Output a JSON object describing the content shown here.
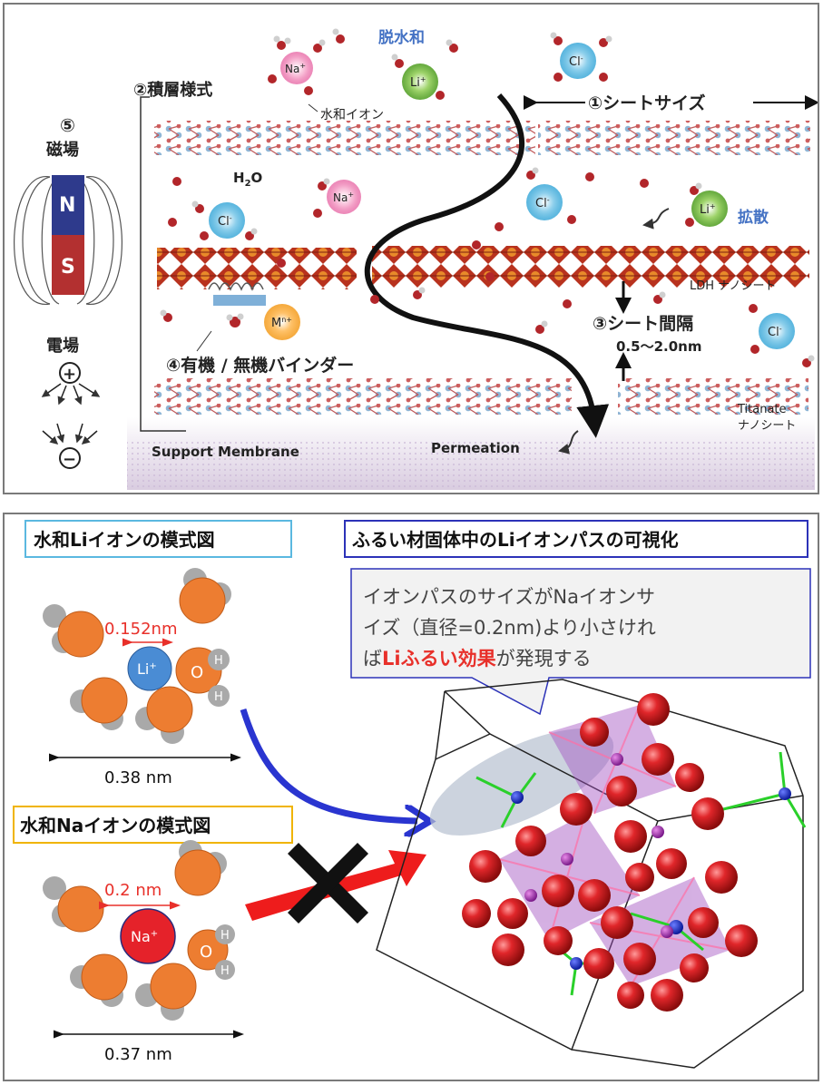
{
  "top": {
    "dehydration": "脱水和",
    "stacking_mode": "②積層様式",
    "hydrated_ion": "水和イオン",
    "sheet_size": "①シートサイズ",
    "water": "H",
    "water_sub": "2",
    "water_tail": "O",
    "diffusion": "拡散",
    "ldh": "LDH ナノシート",
    "spacing": "③シート間隔",
    "spacing_range": "0.5～2.0nm",
    "binder": "④有機 / 無機バインダー",
    "titanate_1": "Titanate",
    "titanate_2": "ナノシート",
    "support": "Support Membrane",
    "permeation": "Permeation",
    "magnet_num": "⑤",
    "magnet_label": "磁場",
    "north": "N",
    "south": "S",
    "efield_label": "電場",
    "plus": "+",
    "minus": "−",
    "ions": {
      "na": "Na",
      "li": "Li",
      "cl": "Cl",
      "mn": "M",
      "plus_sup": "+",
      "minus_sup": "-",
      "mn_sup": "n+"
    }
  },
  "bottom": {
    "li_title": "水和Liイオンの模式図",
    "li_dist": "0.152nm",
    "li_width": "0.38 nm",
    "na_title": "水和Naイオンの模式図",
    "na_dist": "0.2 nm",
    "na_width": "0.37 nm",
    "path_title": "ふるい材固体中のLiイオンパスの可視化",
    "callout_1": "イオンパスのサイズがNaイオンサ",
    "callout_2": "イズ（直径=0.2nm)より小さけれ",
    "callout_3a": "ば",
    "callout_3b": "Liふるい効果",
    "callout_3c": "が発現する",
    "atom_o": "O",
    "atom_h": "H",
    "li_ion": "Li",
    "na_ion": "Na",
    "ion_sup": "+"
  },
  "colors": {
    "blue_label": "#4472c4",
    "red_text": "#e8302a",
    "orange": "#ed7d31",
    "li_box": "#5bb8e0",
    "na_box": "#f0b400",
    "path_box": "#2c32b8"
  }
}
